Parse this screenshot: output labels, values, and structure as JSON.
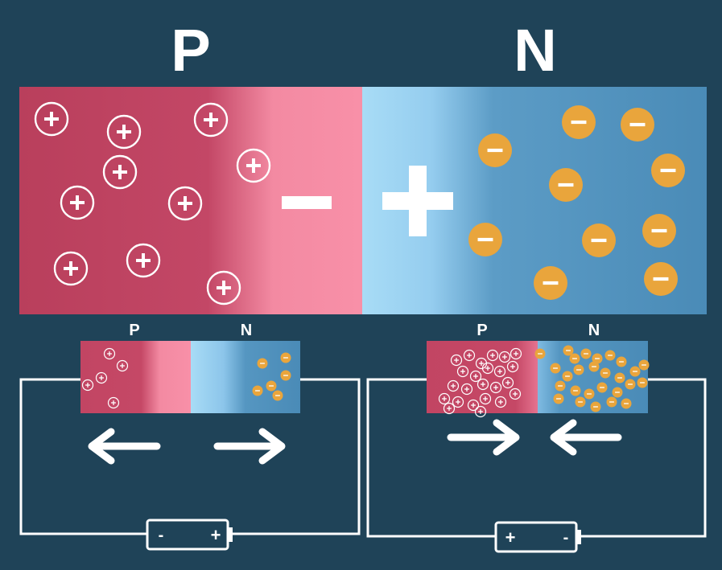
{
  "labels": {
    "big_p": "P",
    "big_n": "N",
    "small_left_p": "P",
    "small_left_n": "N",
    "small_right_p": "P",
    "small_right_n": "N"
  },
  "signs": {
    "depletion_p": "−",
    "depletion_n": "+",
    "hole": "+",
    "electron": "−"
  },
  "battery_left": {
    "left_terminal": "-",
    "right_terminal": "+"
  },
  "battery_right": {
    "left_terminal": "+",
    "right_terminal": "-"
  },
  "arrows": {
    "left_circuit": [
      "left",
      "right"
    ],
    "right_circuit": [
      "right",
      "left"
    ]
  },
  "colors": {
    "background": "#1f4358",
    "p_type": "#c24563",
    "p_depletion": "#f38aa2",
    "n_depletion": "#a8dcf6",
    "n_type": "#4f90bb",
    "electron": "#e9a53c",
    "wire": "#ffffff"
  },
  "icons": [
    "hole-icon",
    "electron-icon",
    "arrow-left-icon",
    "arrow-right-icon",
    "battery-icon"
  ]
}
